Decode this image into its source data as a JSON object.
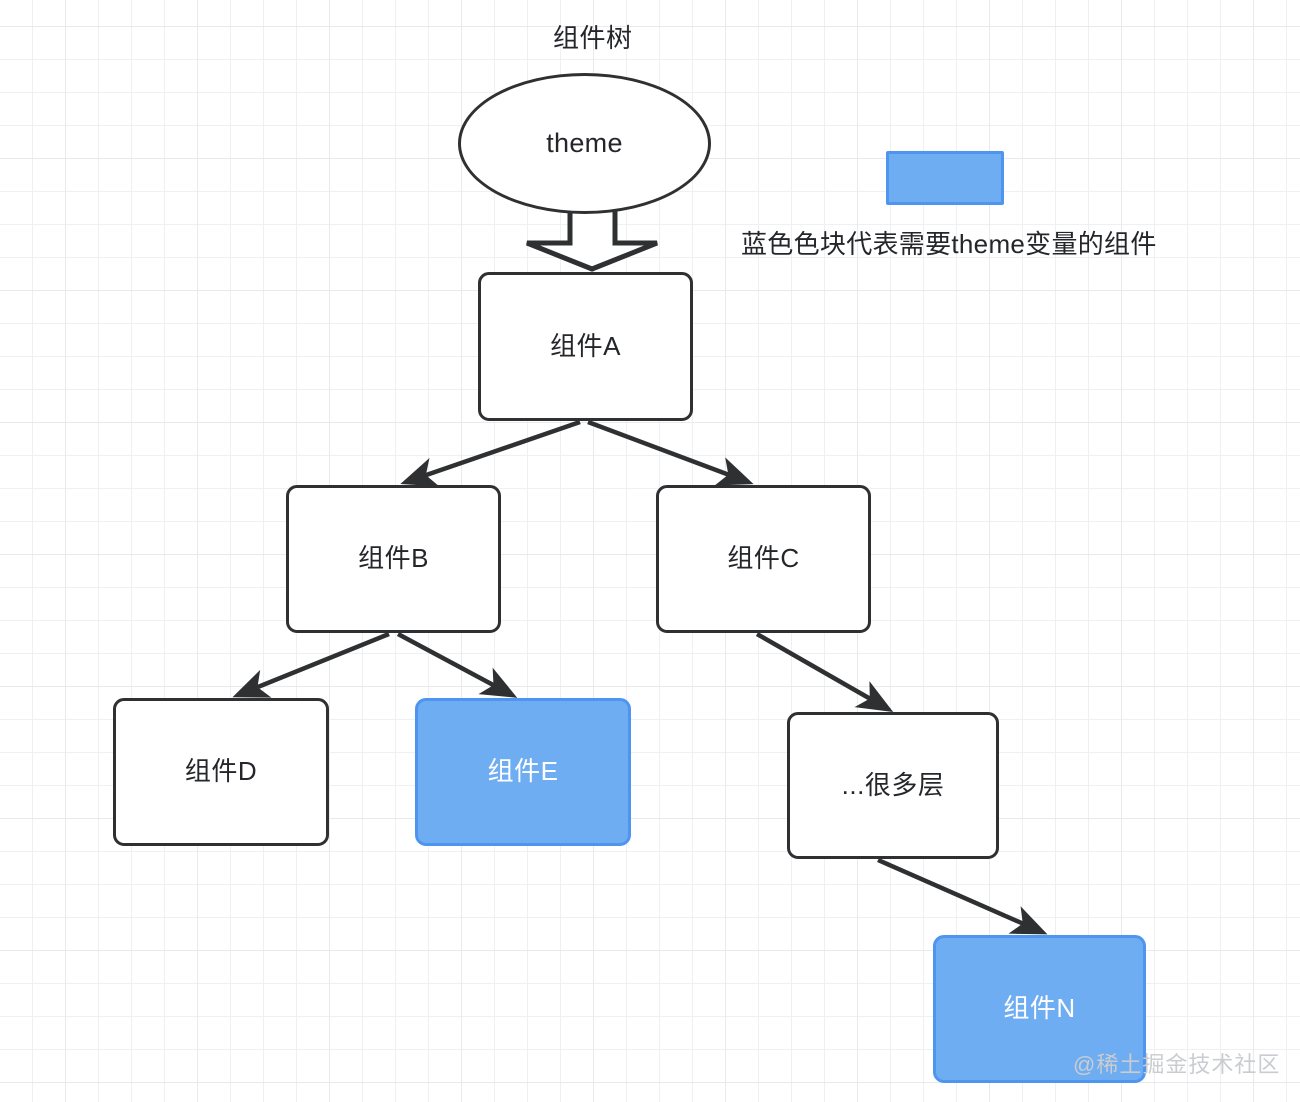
{
  "diagram": {
    "title": "组件树",
    "type": "tree",
    "root": {
      "id": "theme",
      "label": "theme",
      "shape": "ellipse"
    },
    "nodes": [
      {
        "id": "a",
        "label": "组件A",
        "shape": "rounded-rect",
        "highlight": false
      },
      {
        "id": "b",
        "label": "组件B",
        "shape": "rounded-rect",
        "highlight": false
      },
      {
        "id": "c",
        "label": "组件C",
        "shape": "rounded-rect",
        "highlight": false
      },
      {
        "id": "d",
        "label": "组件D",
        "shape": "rounded-rect",
        "highlight": false
      },
      {
        "id": "e",
        "label": "组件E",
        "shape": "rounded-rect",
        "highlight": true
      },
      {
        "id": "many",
        "label": "...很多层",
        "shape": "rounded-rect",
        "highlight": false
      },
      {
        "id": "n",
        "label": "组件N",
        "shape": "rounded-rect",
        "highlight": true
      }
    ],
    "edges": [
      {
        "from": "theme",
        "to": "a",
        "style": "block-arrow"
      },
      {
        "from": "a",
        "to": "b",
        "style": "arrow"
      },
      {
        "from": "a",
        "to": "c",
        "style": "arrow"
      },
      {
        "from": "b",
        "to": "d",
        "style": "arrow"
      },
      {
        "from": "b",
        "to": "e",
        "style": "arrow"
      },
      {
        "from": "c",
        "to": "many",
        "style": "arrow"
      },
      {
        "from": "many",
        "to": "n",
        "style": "arrow"
      }
    ]
  },
  "legend": {
    "swatch_color": "#6fadf2",
    "swatch_border_color": "#4d95ef",
    "text": "蓝色色块代表需要theme变量的组件"
  },
  "watermark": {
    "text": "@稀土掘金技术社区"
  },
  "colors": {
    "stroke": "#2f3032",
    "text": "#24262a",
    "highlight_fill": "#6fadf2",
    "highlight_text": "#ffffff",
    "grid_minor": "#eef0f1",
    "grid_major": "#e8eaec"
  }
}
